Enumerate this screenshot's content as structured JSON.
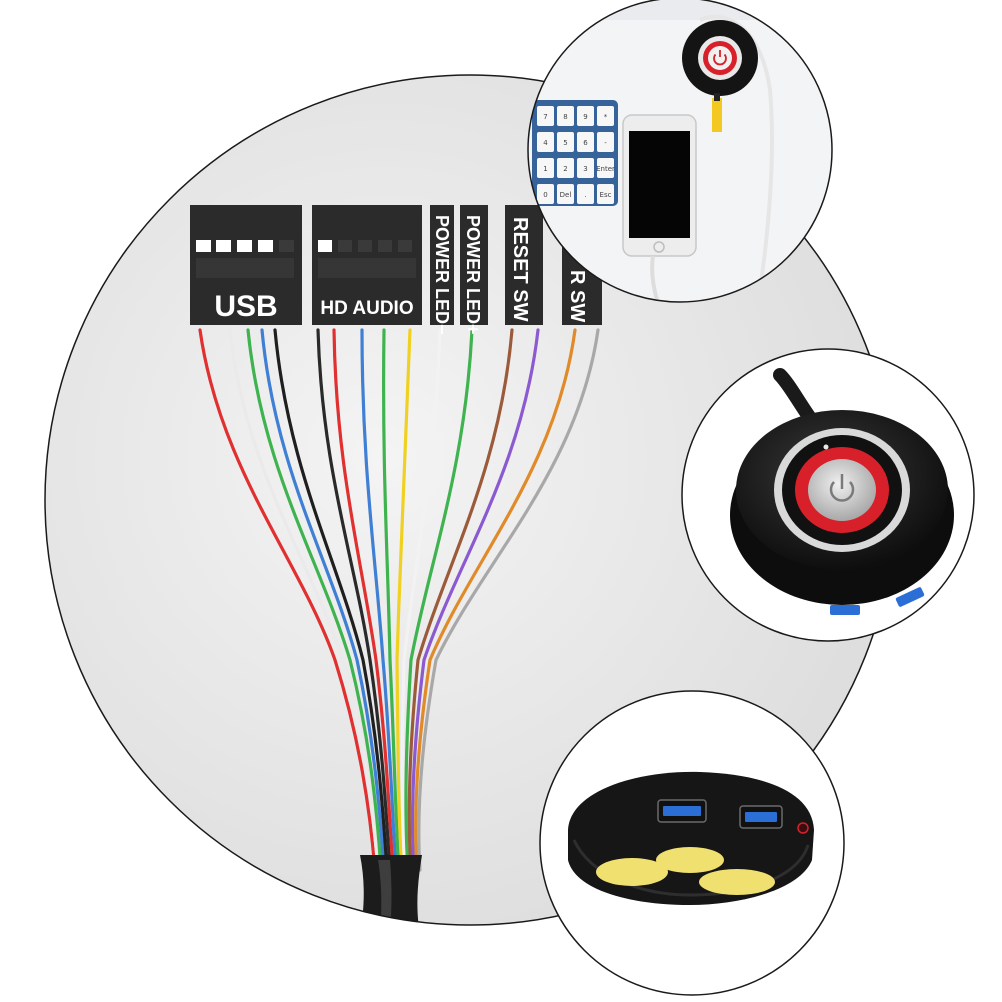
{
  "connectors": {
    "usb": "USB",
    "hd_audio": "HD AUDIO",
    "power_led_minus": "POWER LED−",
    "power_led_plus": "POWER LED+",
    "reset_sw": "RESET SW",
    "power_sw": "R SW"
  },
  "keypad": {
    "keys": [
      "7",
      "8",
      "9",
      "*",
      "4",
      "5",
      "6",
      "-",
      "1",
      "2",
      "3",
      "Enter",
      "0",
      "Del",
      ".",
      "Esc"
    ]
  },
  "colors": {
    "connector_body": "#2b2b2b",
    "wire_red": "#e03030",
    "wire_white": "#eeeeee",
    "wire_green": "#3fb34f",
    "wire_blue": "#3f7fd4",
    "wire_black": "#1f1f1f",
    "wire_yellow": "#f0d020",
    "wire_brown": "#9b5a3a",
    "wire_purple": "#8b5ad0",
    "wire_orange": "#e08a2a",
    "wire_gray": "#999999",
    "hub_ring_red": "#d8202a",
    "usb_port_blue": "#2b6fd6",
    "adhesive_yellow": "#f0e070"
  }
}
